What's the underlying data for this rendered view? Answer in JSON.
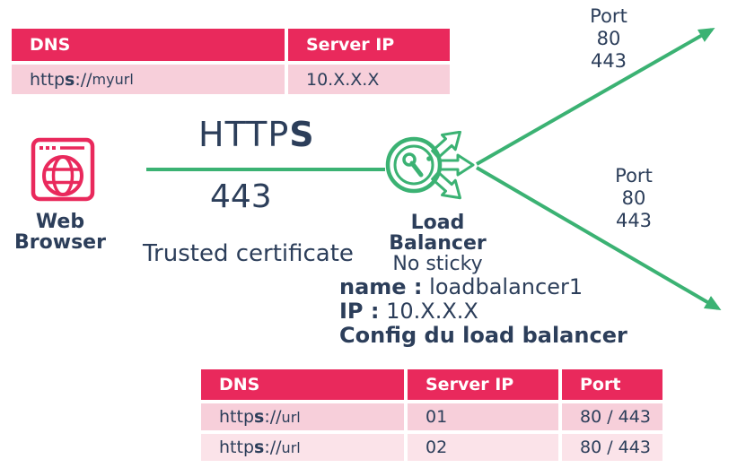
{
  "colors": {
    "pink": "#E9295C",
    "pink_row_dark": "#F7CFDA",
    "pink_row_light": "#FBE3E9",
    "green": "#3BB273",
    "navy": "#2C3E5A"
  },
  "top_table": {
    "headers": [
      "DNS",
      "Server IP"
    ],
    "row": {
      "url_pre": "http",
      "url_s": "s",
      "url_sep": "://",
      "url_host": "myurl",
      "server_ip": "10.X.X.X"
    }
  },
  "client": {
    "label_line1": "Web",
    "label_line2": "Browser"
  },
  "connection": {
    "protocol_regular": "HTTP",
    "protocol_bold": "S",
    "port": "443",
    "note": "Trusted certificate"
  },
  "load_balancer": {
    "title": "Load Balancer",
    "subtitle": "No sticky"
  },
  "routes": {
    "top": {
      "l1": "Port",
      "l2": "80",
      "l3": "443"
    },
    "bottom": {
      "l1": "Port",
      "l2": "80",
      "l3": "443"
    }
  },
  "config": {
    "name_label": "name :",
    "name_value": "loadbalancer1",
    "ip_label": "IP :",
    "ip_value": "10.X.X.X",
    "title": "Config du load balancer"
  },
  "bottom_table": {
    "headers": [
      "DNS",
      "Server IP",
      "Port"
    ],
    "rows": [
      {
        "url_pre": "http",
        "url_s": "s",
        "url_sep": "://",
        "url_host": "url",
        "server_ip": "01",
        "port": "80 / 443"
      },
      {
        "url_pre": "http",
        "url_s": "s",
        "url_sep": "://",
        "url_host": "url",
        "server_ip": "02",
        "port": "80 / 443"
      }
    ]
  }
}
